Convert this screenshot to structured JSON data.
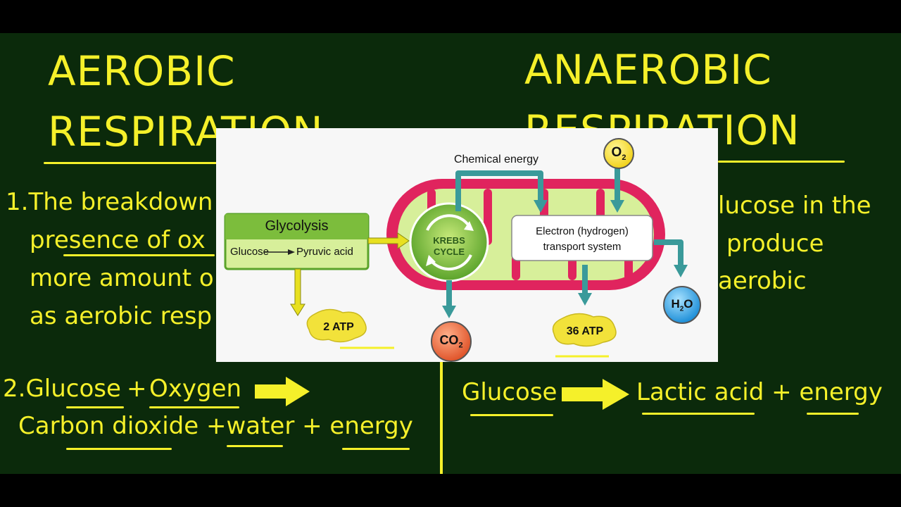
{
  "left": {
    "heading_line1": "AEROBIC",
    "heading_line2": "RESPIRATION",
    "point1": [
      "1.The breakdown",
      "presence of ox",
      "more amount o",
      "as aerobic resp"
    ],
    "point2_start": "2.Glucose",
    "point2_plus": "+",
    "point2_oxygen": "Oxygen",
    "point2_line2": "Carbon dioxide +water + energy"
  },
  "right": {
    "heading_line1": "ANAEROBIC",
    "heading_line2": "RESPIRATION",
    "point1": [
      "lucose in the",
      "produce",
      "aerobic"
    ],
    "equation_left": "Glucose",
    "equation_right": "Lactic acid + energy"
  },
  "diagram": {
    "chemical_energy": "Chemical energy",
    "o2": "O",
    "o2_sub": "2",
    "glycolysis_title": "Glycolysis",
    "glycolysis_glucose": "Glucose",
    "glycolysis_product": "Pyruvic acid",
    "krebs_line1": "KREBS",
    "krebs_line2": "CYCLE",
    "etc_line1": "Electron (hydrogen)",
    "etc_line2": "transport system",
    "atp_glycolysis": "2 ATP",
    "atp_etc": "36 ATP",
    "co2": "CO",
    "co2_sub": "2",
    "h2o_h": "H",
    "h2o_sub": "2",
    "h2o_o": "O"
  },
  "colors": {
    "chalkboard": "#0b2a0b",
    "chalk": "#f5f02a",
    "mitochondria": "#e0245e",
    "arrow_teal": "#3a9a9a",
    "co2_orange": "#ee6a3a",
    "h2o_blue": "#2fa7e8"
  }
}
